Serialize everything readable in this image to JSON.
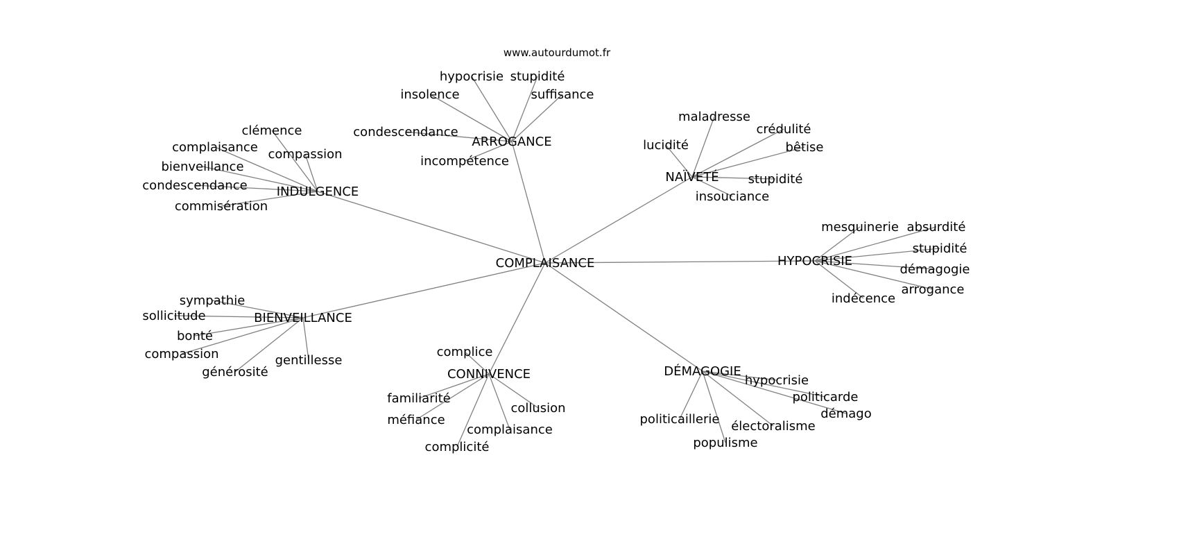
{
  "title": "www.autourdumot.fr",
  "root": "COMPLAISANCE",
  "hubs": [
    {
      "label": "INDULGENCE",
      "leaves": [
        "clémence",
        "complaisance",
        "compassion",
        "bienveillance",
        "condescendance",
        "commisération"
      ]
    },
    {
      "label": "ARROGANCE",
      "leaves": [
        "hypocrisie",
        "stupidité",
        "insolence",
        "suffisance",
        "condescendance",
        "incompétence"
      ]
    },
    {
      "label": "NAÏVETÉ",
      "leaves": [
        "maladresse",
        "crédulité",
        "lucidité",
        "bêtise",
        "stupidité",
        "insouciance"
      ]
    },
    {
      "label": "HYPOCRISIE",
      "leaves": [
        "mesquinerie",
        "absurdité",
        "stupidité",
        "démagogie",
        "arrogance",
        "indécence"
      ]
    },
    {
      "label": "DÉMAGOGIE",
      "leaves": [
        "hypocrisie",
        "politicarde",
        "démago",
        "électoralisme",
        "politicaillerie",
        "populisme"
      ]
    },
    {
      "label": "CONNIVENCE",
      "leaves": [
        "complice",
        "familiarité",
        "collusion",
        "méfiance",
        "complaisance",
        "complicité"
      ]
    },
    {
      "label": "BIENVEILLANCE",
      "leaves": [
        "sympathie",
        "sollicitude",
        "bonté",
        "compassion",
        "générosité",
        "gentillesse"
      ]
    }
  ],
  "colors": {
    "edge": "#808080",
    "text": "#000000",
    "background": "#ffffff"
  }
}
